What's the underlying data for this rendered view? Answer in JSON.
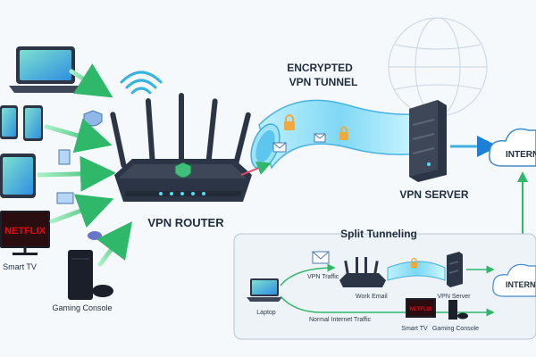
{
  "main": {
    "router_label": "VPN ROUTER",
    "tunnel_label_line1": "ENCRYPTED",
    "tunnel_label_line2": "VPN TUNNEL",
    "server_label": "VPN SERVER",
    "internet_label": "INTERNET",
    "tv_brand": "NETFLIX",
    "smart_tv_label": "Smart TV",
    "gaming_label": "Gaming Console"
  },
  "split": {
    "title": "Split Tunneling",
    "vpn_traffic_label": "VPN Traffic",
    "work_email_label": "Work Email",
    "vpn_server_label": "VPN Server",
    "internet_label": "INTERNET",
    "laptop_label": "Laptop",
    "normal_traffic_label": "Normal Internet Traffic",
    "smart_tv_label": "Smart TV",
    "gaming_label": "Gaming Console",
    "tv_brand": "NETFLIX"
  },
  "colors": {
    "accent_green": "#3fbf7a",
    "accent_blue": "#1e7fd6",
    "router_dark": "#2c3545",
    "tunnel_cyan": "#6fd3f2",
    "netflix_red": "#e50914",
    "device_screen": "#3fa0e0"
  }
}
